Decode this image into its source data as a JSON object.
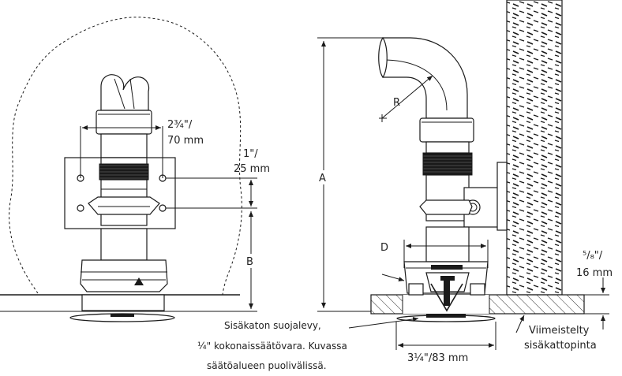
{
  "left_view": {
    "dim_width_line1": "2¾\"/",
    "dim_width_line2": "70 mm",
    "dim_spacing_line1": "1\"/",
    "dim_spacing_line2": "25 mm",
    "dim_b": "B"
  },
  "right_view": {
    "dim_a": "A",
    "dim_r": "R",
    "dim_d": "D",
    "dim_recess_line1": "⁵/₈\"/",
    "dim_recess_line2": "16 mm",
    "ceiling_label_line1": "Viimeistelty",
    "ceiling_label_line2": "sisäkattopinta",
    "plate_label_line1": "Sisäkaton suojalevy,",
    "plate_label_line2": "¼\" kokonaissäätövara. Kuvassa",
    "plate_label_line3": "säätöalueen puolivälissä.",
    "dim_plate_width": "3¼\"/83 mm"
  }
}
